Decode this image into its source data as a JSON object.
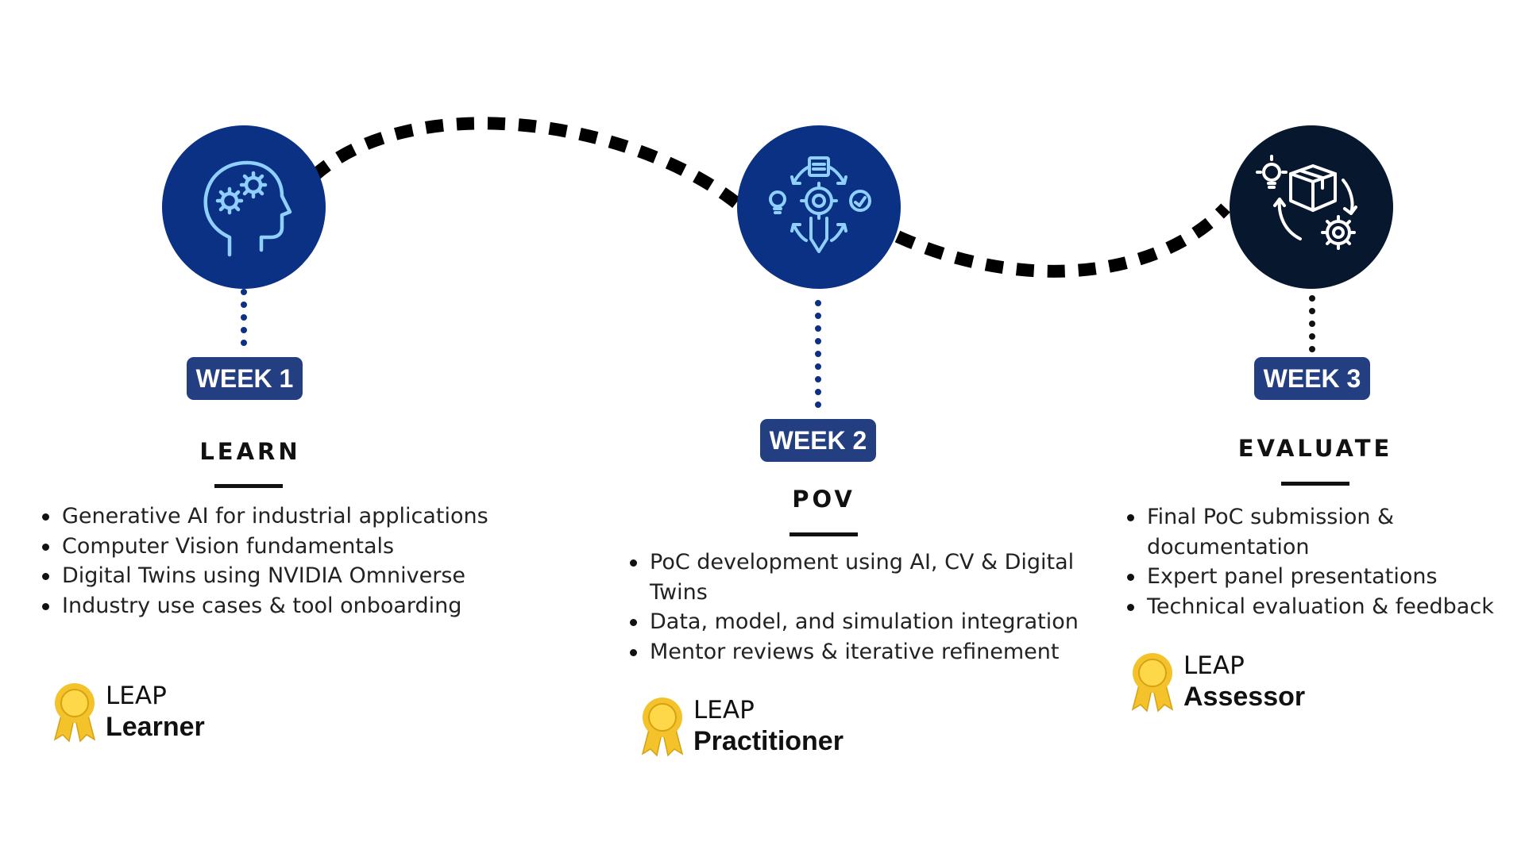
{
  "colors": {
    "navy": "#0a3184",
    "dark": "#07172e",
    "label_bg": "#233f82",
    "icon_stroke": "#8fd0ff",
    "medal_gold": "#f4c22b"
  },
  "stages": [
    {
      "week": "WEEK 1",
      "phase": "LEARN",
      "icon": "brain-gears-icon",
      "items": [
        "Generative AI for industrial applications",
        "Computer Vision fundamentals",
        "Digital Twins using NVIDIA Omniverse",
        "Industry use cases & tool onboarding"
      ],
      "badge": {
        "icon": "award-ribbon-icon",
        "line1": "LEAP",
        "line2": "Learner"
      }
    },
    {
      "week": "WEEK 2",
      "phase": "POV",
      "icon": "innovation-process-icon",
      "items": [
        "PoC development using AI, CV & Digital Twins",
        "Data, model, and simulation integration",
        "Mentor reviews & iterative refinement"
      ],
      "badge": {
        "icon": "award-ribbon-icon",
        "line1": "LEAP",
        "line2": "Practitioner"
      }
    },
    {
      "week": "WEEK 3",
      "phase": "EVALUATE",
      "icon": "product-cycle-icon",
      "items": [
        "Final PoC submission & documentation",
        "Expert panel presentations",
        "Technical evaluation & feedback"
      ],
      "badge": {
        "icon": "award-ribbon-icon",
        "line1": "LEAP",
        "line2": "Assessor"
      }
    }
  ]
}
